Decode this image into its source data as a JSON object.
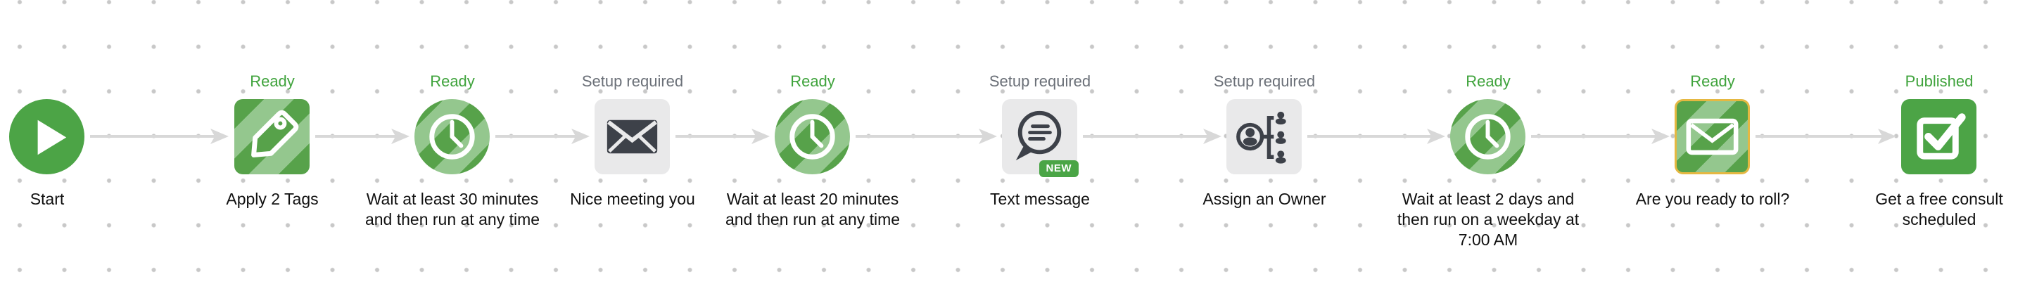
{
  "app": "campaign-builder-canvas",
  "colors": {
    "solid_green": "#4ca446",
    "stripe_dark_green": "#57a24a",
    "stripe_light_green": "#94c78e",
    "status_ready_green": "#3fa33c",
    "status_setup_gray": "#6b7078",
    "gray_node_bg": "#e9e9ea",
    "dark_icon": "#3d4149",
    "connector_gray": "#d8d8d8",
    "selected_border_gold": "#e5b842",
    "new_badge_green": "#4aa546",
    "grid_dot": "#c8c8c8"
  },
  "nodes": [
    {
      "title": "Start",
      "status": null,
      "icon": "play-icon",
      "style": "solid-green-circle"
    },
    {
      "title": "Apply 2 Tags",
      "status": "Ready",
      "icon": "tag-icon",
      "style": "striped-green-square"
    },
    {
      "title": "Wait at least 30 minutes\nand then run at any time",
      "status": "Ready",
      "icon": "clock-icon",
      "style": "striped-green-circle"
    },
    {
      "title": "Nice meeting you",
      "status": "Setup required",
      "icon": "email-icon",
      "style": "gray-square"
    },
    {
      "title": "Wait at least 20 minutes\nand then run at any time",
      "status": "Ready",
      "icon": "clock-icon",
      "style": "striped-green-circle"
    },
    {
      "title": "Text message",
      "status": "Setup required",
      "icon": "sms-bubble-icon",
      "style": "gray-square",
      "badge": "NEW"
    },
    {
      "title": "Assign an Owner",
      "status": "Setup required",
      "icon": "assign-owner-icon",
      "style": "gray-square"
    },
    {
      "title": "Wait at least 2 days and\nthen run on a weekday at\n7:00 AM",
      "status": "Ready",
      "icon": "clock-icon",
      "style": "striped-green-circle"
    },
    {
      "title": "Are you ready to roll?",
      "status": "Ready",
      "icon": "email-icon",
      "style": "striped-green-square",
      "selected": true
    },
    {
      "title": "Get a free consult\nscheduled",
      "status": "Published",
      "icon": "checkbox-check-icon",
      "style": "solid-green-square"
    }
  ]
}
